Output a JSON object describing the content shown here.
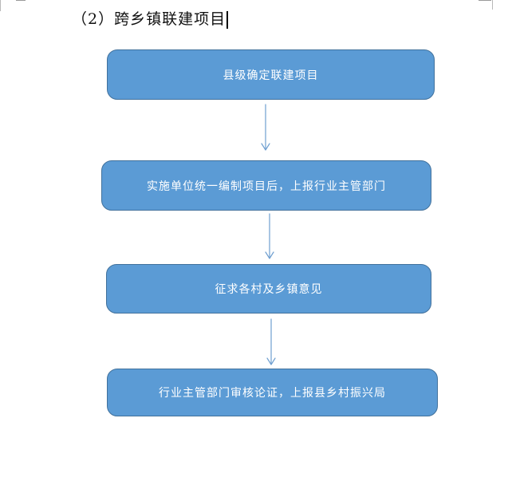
{
  "heading": {
    "text": "（2）跨乡镇联建项目"
  },
  "flowchart": {
    "steps": [
      "县级确定联建项目",
      "实施单位统一编制项目后，上报行业主管部门",
      "征求各村及乡镇意见",
      "行业主管部门审核论证，上报县乡村振兴局"
    ],
    "box_fill_color": "#5b9bd5",
    "box_border_color": "#41719c",
    "arrow_color": "#6f9fd0"
  }
}
